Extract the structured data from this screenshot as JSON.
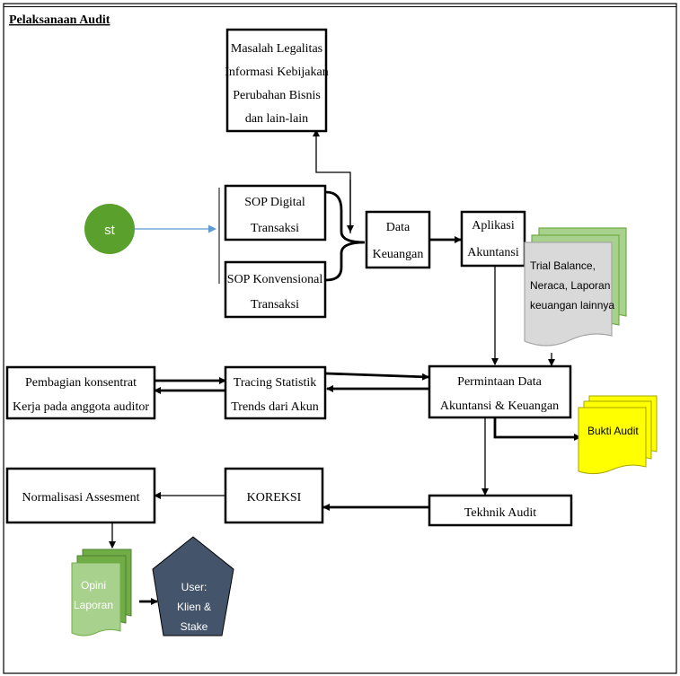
{
  "title": "Pelaksanaan Audit",
  "colors": {
    "line": "#000000",
    "start_fill": "#5aa02c",
    "start_arrow": "#5b9bd5",
    "doc_gray": "#d9d9d9",
    "doc_green": "#a9d18e",
    "doc_yellow": "#ffff00",
    "doc_green_dark": "#70ad47",
    "user_fill": "#44546a",
    "text_light": "#ffffff"
  },
  "nodes": {
    "start": "st",
    "masalah": [
      "Masalah Legalitas",
      "Informasi Kebijakan",
      "Perubahan Bisnis",
      "dan lain-lain"
    ],
    "sop_digital": [
      "SOP Digital",
      "Transaksi"
    ],
    "sop_konvensional": [
      "SOP Konvensional",
      "Transaksi"
    ],
    "data_keuangan": [
      "Data",
      "Keuangan"
    ],
    "aplikasi": [
      "Aplikasi",
      "Akuntansi"
    ],
    "trial_balance": [
      "Trial Balance,",
      "Neraca, Laporan",
      "keuangan lainnya"
    ],
    "pembagian": [
      "Pembagian konsentrat",
      "Kerja pada anggota auditor"
    ],
    "tracing": [
      "Tracing Statistik",
      "Trends dari Akun"
    ],
    "permintaan": [
      "Permintaan Data",
      "Akuntansi & Keuangan"
    ],
    "bukti": [
      "Bukti Audit"
    ],
    "normalisasi": [
      "Normalisasi Assesment"
    ],
    "koreksi": [
      "KOREKSI"
    ],
    "tekhnik": [
      "Tekhnik Audit"
    ],
    "opini": [
      "Opini",
      "Laporan"
    ],
    "user": [
      "User:",
      "Klien &",
      "Stake"
    ]
  }
}
